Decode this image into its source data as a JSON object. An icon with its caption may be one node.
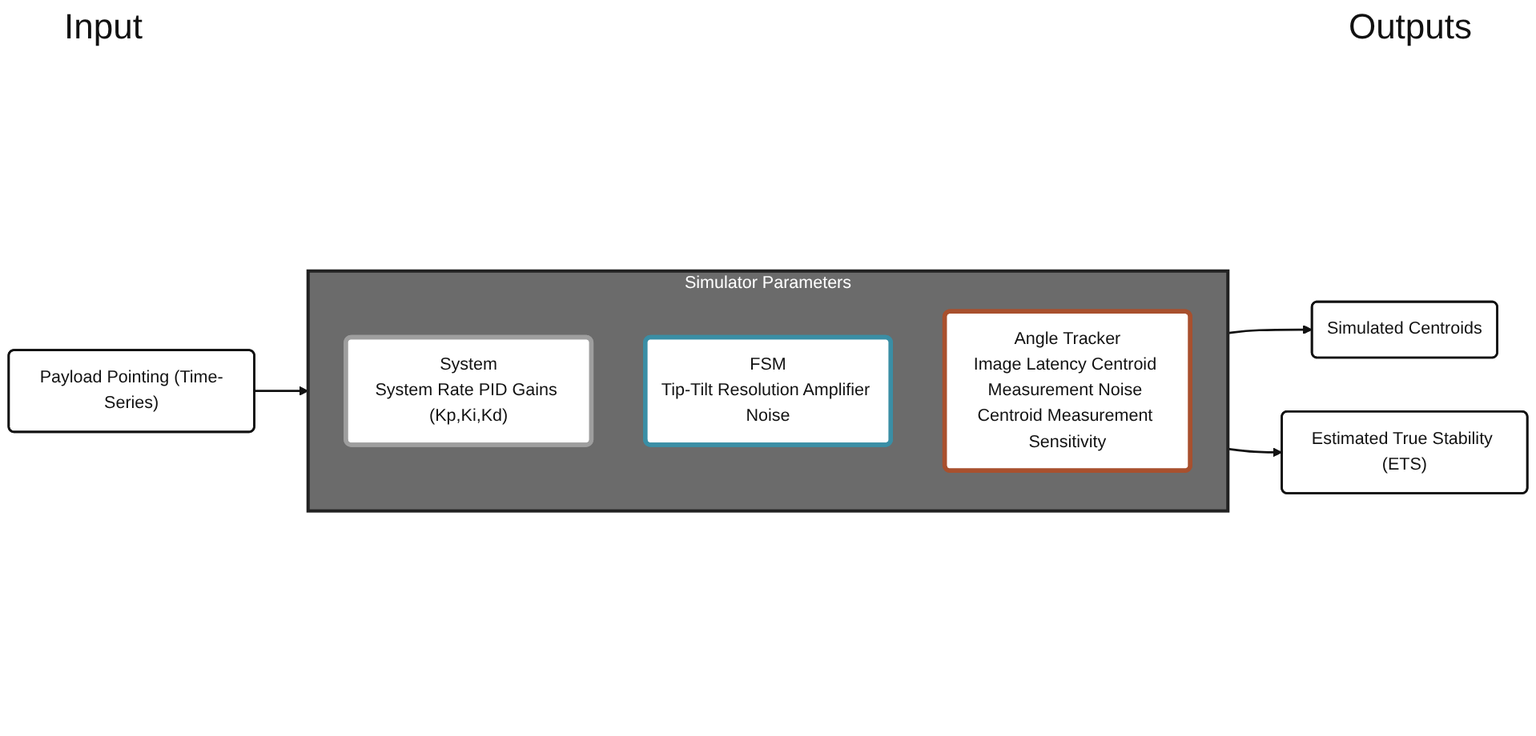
{
  "diagram": {
    "nodes": [
      {
        "text": [
          "Payload Pointing (Time-Series)"
        ]
      },
      {
        "text": [
          "Simulator Parameters"
        ]
      },
      {
        "text": [
          "System",
          "System Rate PID Gains (Kp,Ki,Kd)"
        ],
        "in": 1
      },
      {
        "text": [
          "FSM",
          "Tip-Tilt Resolution Amplifier Noise"
        ],
        "in": 1
      },
      {
        "text": [
          "Angle Tracker",
          "Image Latency Centroid Measurement Noise Centroid Measurement Sensitivity"
        ],
        "in": 1
      },
      {
        "text": [
          "Simulated Centroids"
        ]
      },
      {
        "text": [
          "Estimated True Stability (ETS)"
        ]
      }
    ],
    "edges": [
      {
        "from": 0,
        "to": 1,
        "arrow": "to"
      },
      {
        "from": 1,
        "to": 5,
        "arrow": "to"
      },
      {
        "from": 1,
        "to": 6,
        "arrow": "to"
      }
    ],
    "labels": [
      "Input",
      "Outputs"
    ]
  }
}
